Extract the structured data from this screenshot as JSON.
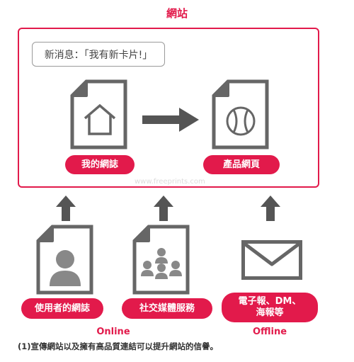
{
  "diagram": {
    "site_title": "網站",
    "bubble_text": "新消息：「我有新卡片!」",
    "my_blog_label": "我的網誌",
    "product_page_label": "產品網頁",
    "user_blog_label": "使用者的網誌",
    "social_media_label": "社交媒體服務",
    "offline_channel_line1": "電子報、DM、",
    "offline_channel_line2": "海報等",
    "online_caption": "Online",
    "offline_caption": "Offline",
    "footnote": "(1)宣傳網站以及擁有高品質連結可以提升網站的信譽。",
    "watermark": "www.freeprints.com"
  },
  "colors": {
    "accent": "#e21a4b",
    "icon_gray": "#666666",
    "icon_dark": "#555555"
  }
}
